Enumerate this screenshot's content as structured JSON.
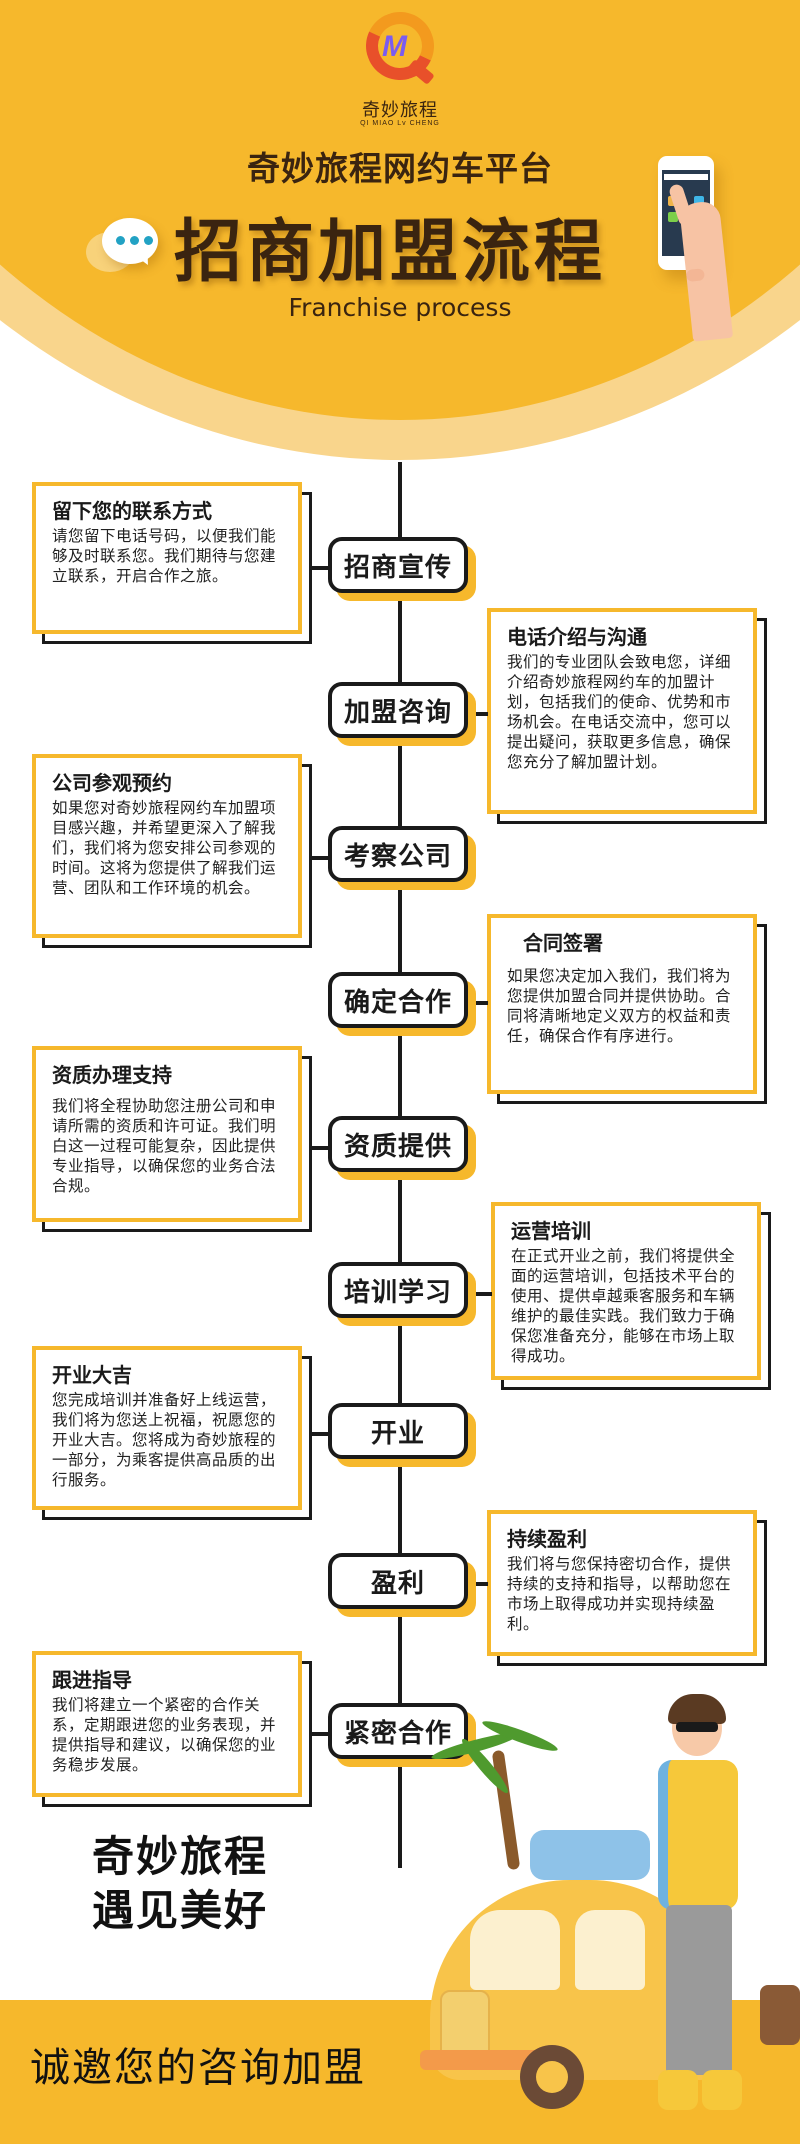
{
  "header": {
    "logo": {
      "mark": "M",
      "name_cn": "奇妙旅程",
      "name_en": "QI MIAO Lv CHENG"
    },
    "subtitle": "奇妙旅程网约车平台",
    "title": "招商加盟流程",
    "title_en": "Franchise process",
    "icons": [
      "chat-bubble-icon",
      "phone-in-hand-icon"
    ]
  },
  "colors": {
    "accent": "#f6b82c",
    "accent_light": "#f9d58c",
    "dark_text": "#3a2410",
    "line": "#1a1a1a",
    "bubble_dots": "#22a2c4"
  },
  "steps": [
    {
      "node": "招商宣传",
      "side": "left",
      "title": "留下您的联系方式",
      "text": "请您留下电话号码，以便我们能够及时联系您。我们期待与您建立联系，开启合作之旅。"
    },
    {
      "node": "加盟咨询",
      "side": "right",
      "title": "电话介绍与沟通",
      "text": "我们的专业团队会致电您，详细介绍奇妙旅程网约车的加盟计划，包括我们的使命、优势和市场机会。在电话交流中，您可以提出疑问，获取更多信息，确保您充分了解加盟计划。"
    },
    {
      "node": "考察公司",
      "side": "left",
      "title": "公司参观预约",
      "text": "如果您对奇妙旅程网约车加盟项目感兴趣，并希望更深入了解我们，我们将为您安排公司参观的时间。这将为您提供了解我们运营、团队和工作环境的机会。"
    },
    {
      "node": "确定合作",
      "side": "right",
      "title": "合同签署",
      "text": "如果您决定加入我们，我们将为您提供加盟合同并提供协助。合同将清晰地定义双方的权益和责任，确保合作有序进行。"
    },
    {
      "node": "资质提供",
      "side": "left",
      "title": "资质办理支持",
      "text": "我们将全程协助您注册公司和申请所需的资质和许可证。我们明白这一过程可能复杂，因此提供专业指导，以确保您的业务合法合规。"
    },
    {
      "node": "培训学习",
      "side": "right",
      "title": "运营培训",
      "text": "在正式开业之前，我们将提供全面的运营培训，包括技术平台的使用、提供卓越乘客服务和车辆维护的最佳实践。我们致力于确保您准备充分，能够在市场上取得成功。"
    },
    {
      "node": "开业",
      "side": "left",
      "title": "开业大吉",
      "text": "您完成培训并准备好上线运营，我们将为您送上祝福，祝愿您的开业大吉。您将成为奇妙旅程的一部分，为乘客提供高品质的出行服务。"
    },
    {
      "node": "盈利",
      "side": "right",
      "title": "持续盈利",
      "text": "我们将与您保持密切合作，提供持续的支持和指导，以帮助您在市场上取得成功并实现持续盈利。"
    },
    {
      "node": "紧密合作",
      "side": "left",
      "title": "跟进指导",
      "text": "我们将建立一个紧密的合作关系，定期跟进您的业务表现，并提供指导和建议，以确保您的业务稳步发展。"
    }
  ],
  "footer": {
    "slogan_line1": "奇妙旅程",
    "slogan_line2": "遇见美好",
    "cta": "诚邀您的咨询加盟",
    "illustration": [
      "car-icon",
      "person-icon",
      "palm-tree-icon",
      "luggage-icon"
    ]
  }
}
